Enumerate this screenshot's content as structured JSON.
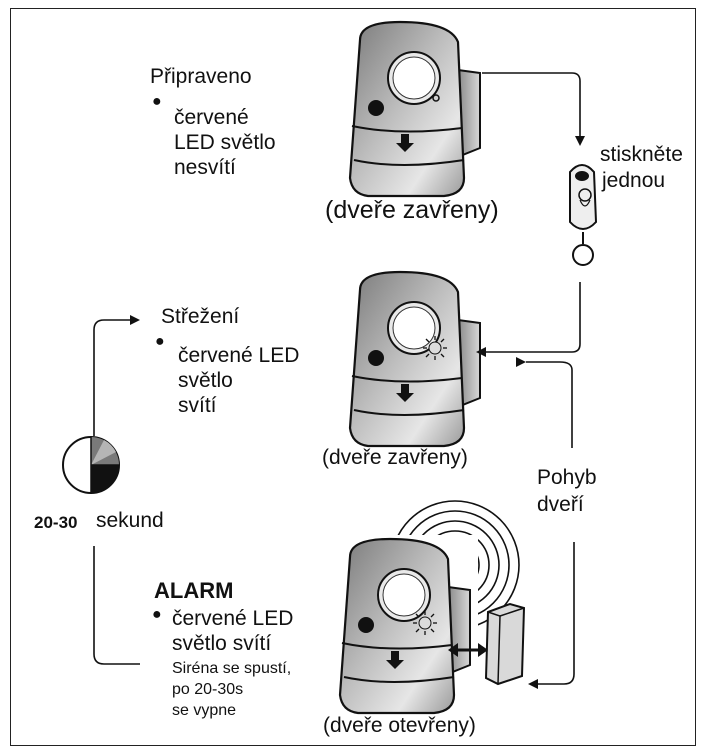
{
  "states": {
    "ready": {
      "title": "Připraveno",
      "led_lines": [
        "červené",
        "LED světlo",
        "nesvítí"
      ],
      "door_caption": "(dveře zavřeny)"
    },
    "guard": {
      "title": "Střežení",
      "led_lines": [
        "červené LED",
        "světlo",
        "svítí"
      ],
      "door_caption": "(dveře zavřeny)"
    },
    "alarm": {
      "title": "ALARM",
      "led_lines": [
        "červené LED",
        "světlo svítí"
      ],
      "note_lines": [
        "Siréna se spustí,",
        "po 20-30s",
        "se vypne"
      ],
      "door_caption": "(dveře otevřeny)"
    }
  },
  "remote": {
    "action_lines": [
      "stiskněte",
      "jednou"
    ]
  },
  "door_motion": {
    "label_lines": [
      "Pohyb",
      "dveří"
    ]
  },
  "timer": {
    "range": "20-30",
    "unit": "sekund"
  },
  "colors": {
    "ink": "#111111",
    "led_on": "#dcdcdc"
  },
  "icons": [
    "motion-sensor-icon",
    "remote-keyfob-icon",
    "siren-waves-icon",
    "door-magnet-icon",
    "timer-pie-icon",
    "double-arrow-icon",
    "led-burst-icon"
  ]
}
